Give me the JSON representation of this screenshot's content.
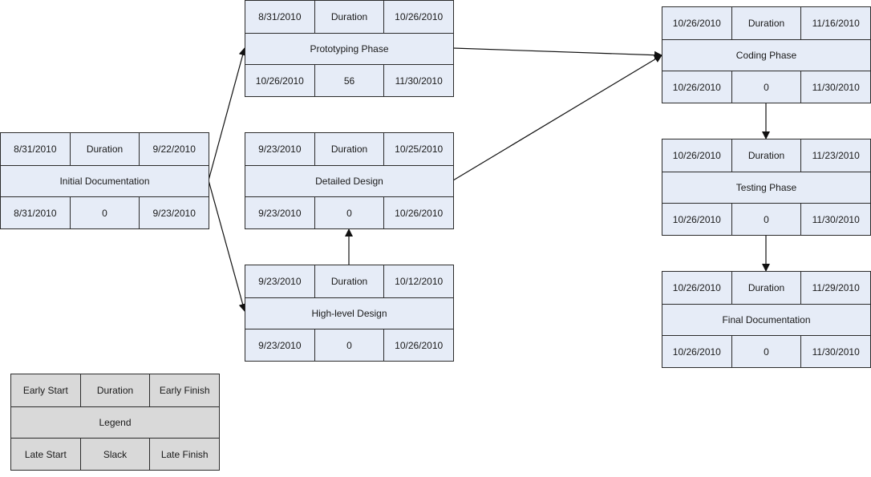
{
  "nodes": {
    "initial": {
      "early_start": "8/31/2010",
      "duration": "Duration",
      "early_finish": "9/22/2010",
      "name": "Initial Documentation",
      "late_start": "8/31/2010",
      "slack": "0",
      "late_finish": "9/23/2010"
    },
    "prototyping": {
      "early_start": "8/31/2010",
      "duration": "Duration",
      "early_finish": "10/26/2010",
      "name": "Prototyping Phase",
      "late_start": "10/26/2010",
      "slack": "56",
      "late_finish": "11/30/2010"
    },
    "detailed": {
      "early_start": "9/23/2010",
      "duration": "Duration",
      "early_finish": "10/25/2010",
      "name": "Detailed Design",
      "late_start": "9/23/2010",
      "slack": "0",
      "late_finish": "10/26/2010"
    },
    "highlevel": {
      "early_start": "9/23/2010",
      "duration": "Duration",
      "early_finish": "10/12/2010",
      "name": "High-level Design",
      "late_start": "9/23/2010",
      "slack": "0",
      "late_finish": "10/26/2010"
    },
    "coding": {
      "early_start": "10/26/2010",
      "duration": "Duration",
      "early_finish": "11/16/2010",
      "name": "Coding Phase",
      "late_start": "10/26/2010",
      "slack": "0",
      "late_finish": "11/30/2010"
    },
    "testing": {
      "early_start": "10/26/2010",
      "duration": "Duration",
      "early_finish": "11/23/2010",
      "name": "Testing Phase",
      "late_start": "10/26/2010",
      "slack": "0",
      "late_finish": "11/30/2010"
    },
    "finaldoc": {
      "early_start": "10/26/2010",
      "duration": "Duration",
      "early_finish": "11/29/2010",
      "name": "Final Documentation",
      "late_start": "10/26/2010",
      "slack": "0",
      "late_finish": "11/30/2010"
    }
  },
  "legend": {
    "early_start": "Early Start",
    "duration": "Duration",
    "early_finish": "Early Finish",
    "name": "Legend",
    "late_start": "Late Start",
    "slack": "Slack",
    "late_finish": "Late Finish"
  },
  "edges": [
    {
      "from": "Initial Documentation",
      "to": "Prototyping Phase"
    },
    {
      "from": "Initial Documentation",
      "to": "High-level Design"
    },
    {
      "from": "High-level Design",
      "to": "Detailed Design"
    },
    {
      "from": "Prototyping Phase",
      "to": "Coding Phase"
    },
    {
      "from": "Detailed Design",
      "to": "Coding Phase"
    },
    {
      "from": "Coding Phase",
      "to": "Testing Phase"
    },
    {
      "from": "Testing Phase",
      "to": "Final Documentation"
    }
  ],
  "colors": {
    "node_fill": "#e6ecf7",
    "legend_fill": "#d9d9d9",
    "border": "#2b2b2b"
  }
}
